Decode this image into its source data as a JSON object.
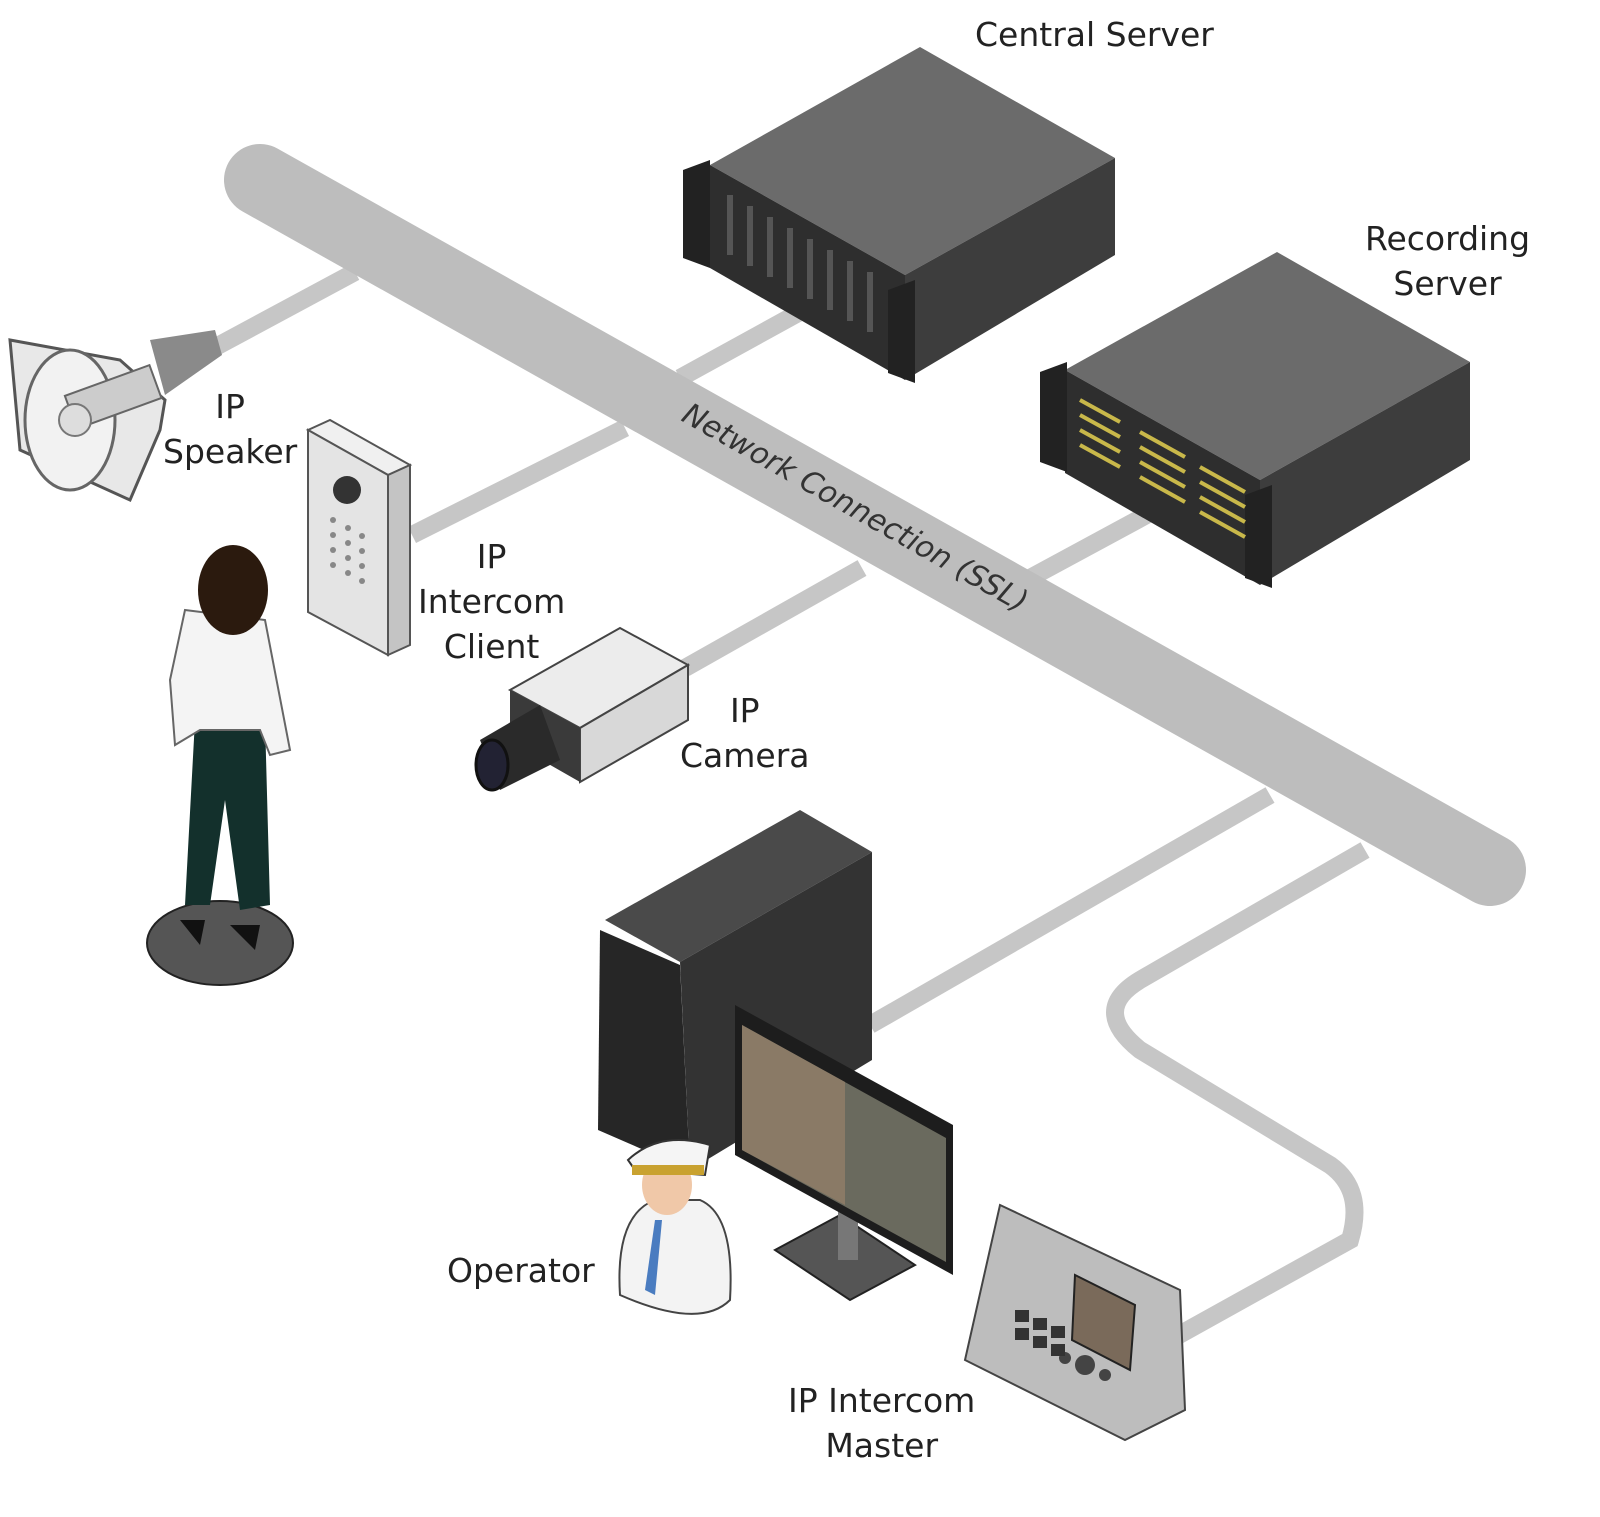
{
  "network": {
    "label": "Network Connection (SSL)",
    "color": "#bdbdbd"
  },
  "devices": {
    "central_server": "Central Server",
    "recording_server": [
      "Recording",
      "Server"
    ],
    "ip_speaker": [
      "IP",
      "Speaker"
    ],
    "ip_intercom_client": [
      "IP",
      "Intercom",
      "Client"
    ],
    "ip_camera": [
      "IP",
      "Camera"
    ],
    "operator": "Operator",
    "ip_intercom_master": [
      "IP Intercom",
      "Master"
    ]
  }
}
